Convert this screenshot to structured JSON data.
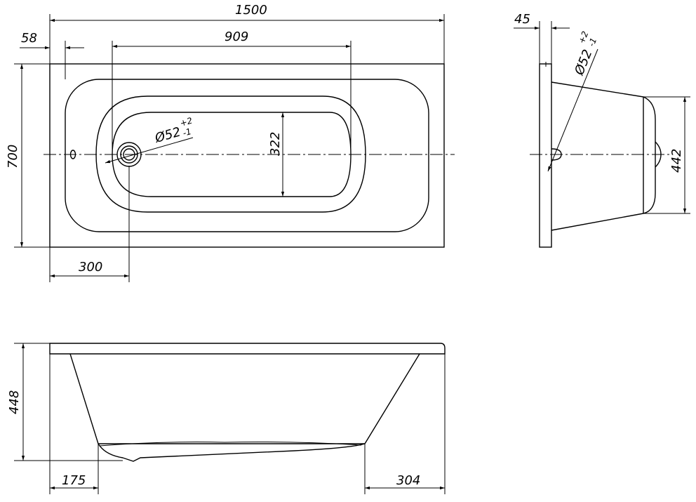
{
  "top_view": {
    "length": "1500",
    "basin_length": "909",
    "rim_offset": "58",
    "width": "700",
    "basin_width": "322",
    "drain_diameter": "Ø52",
    "drain_tol_plus": "+2",
    "drain_tol_minus": "-1",
    "drain_offset": "300"
  },
  "side_view": {
    "rim_thickness": "45",
    "drain_diameter": "Ø52",
    "drain_tol_plus": "+2",
    "drain_tol_minus": "-1",
    "depth_width": "442"
  },
  "front_view": {
    "height": "448",
    "bottom_offset_left": "175",
    "bottom_offset_right": "304"
  }
}
